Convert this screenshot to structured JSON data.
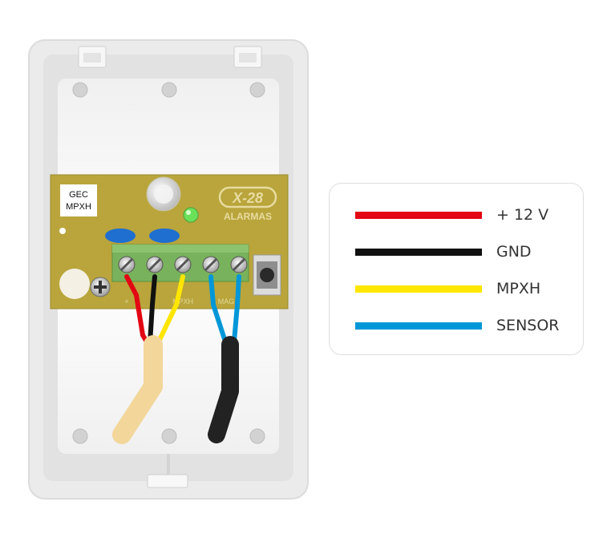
{
  "board": {
    "model_line1": "GEC",
    "model_line2": "MPXH",
    "brand_logo": "X-28",
    "brand_sub": "ALARMAS",
    "terminal_labels": [
      "+",
      "MPXH",
      "MAG"
    ]
  },
  "legend": {
    "items": [
      {
        "label": "+ 12 V",
        "color": "#e30613"
      },
      {
        "label": "GND",
        "color": "#111111"
      },
      {
        "label": "MPXH",
        "color": "#ffe600"
      },
      {
        "label": "SENSOR",
        "color": "#0097d8"
      }
    ]
  },
  "colors": {
    "housing": "#ececec",
    "pcb": "#b9a53b",
    "terminal_block": "#79b25c",
    "jumper": "#1f6fd0",
    "led": "#6be05a",
    "cable_beige": "#f3d69a",
    "cable_black": "#222222"
  }
}
